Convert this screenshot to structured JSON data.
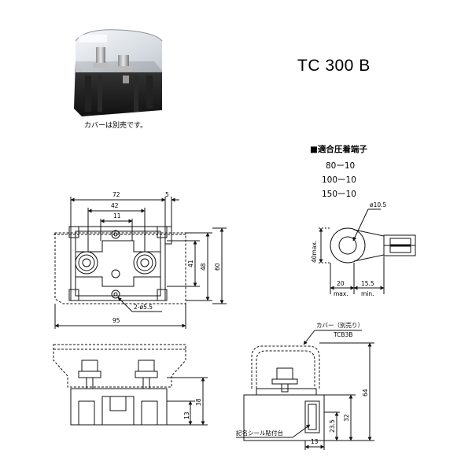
{
  "model": "TC 300 B",
  "photo_caption": "カバーは別売です。",
  "terminals": {
    "heading": "■適合圧着端子",
    "items": [
      "80ー10",
      "100ー10",
      "150ー10"
    ]
  },
  "lug_dims": {
    "hole": "ø10.5",
    "max_width": "40max.",
    "d1": "20",
    "d1_note": "max.",
    "d2": "15.5",
    "d2_note": "min."
  },
  "top_view_dims": {
    "overall": "72",
    "pitch": "42",
    "inner": "11",
    "offset": "5",
    "h1": "41",
    "h2": "48",
    "h3": "60",
    "base": "95",
    "mount_holes": "2-ø5.5"
  },
  "front_view_dims": {
    "height": "38",
    "foot": "13"
  },
  "side_view_dims": {
    "cover_label": "カバー（別売り）",
    "cover_part": "TCB3B",
    "total": "64",
    "body": "32",
    "mid": "23.5",
    "base": "13",
    "seal_label": "記名シール貼付台"
  }
}
